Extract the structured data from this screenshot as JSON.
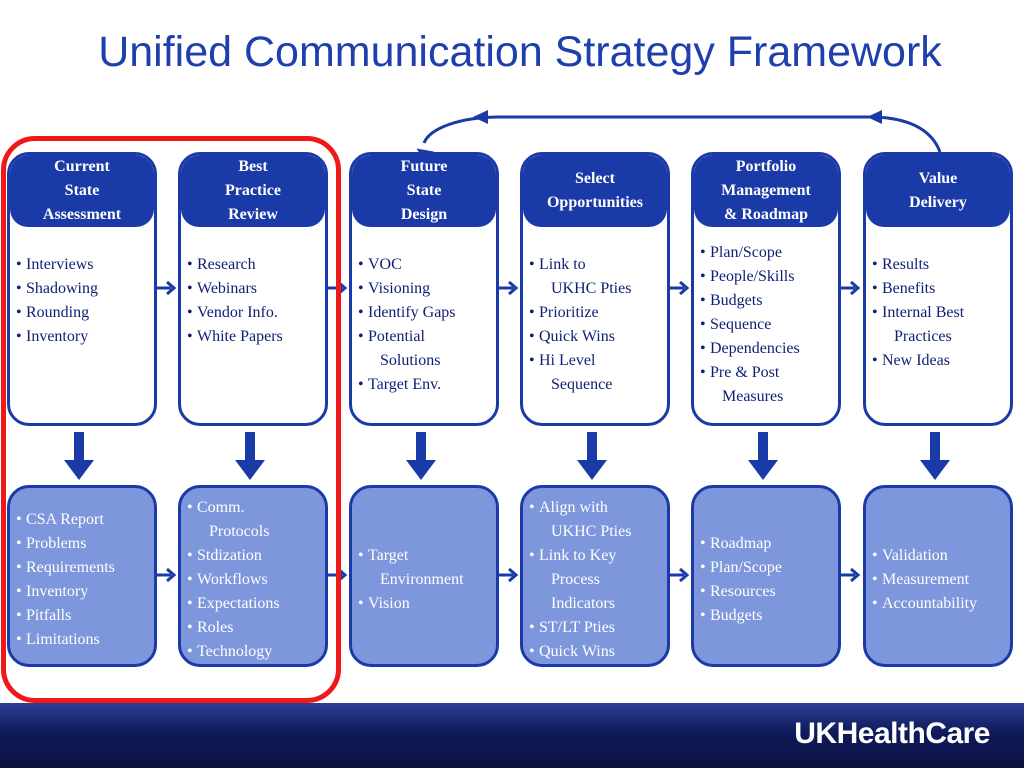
{
  "title": "Unified Communication Strategy Framework",
  "accent_color": "#1a3aa8",
  "highlight_color": "#f01818",
  "columns": [
    {
      "header": [
        "Current",
        "State",
        "Assessment"
      ],
      "activities": [
        [
          "Interviews"
        ],
        [
          "Shadowing"
        ],
        [
          "Rounding"
        ],
        [
          "Inventory"
        ]
      ],
      "outputs": [
        [
          "CSA Report"
        ],
        [
          "Problems"
        ],
        [
          "Requirements"
        ],
        [
          "Inventory"
        ],
        [
          "Pitfalls"
        ],
        [
          "Limitations"
        ]
      ]
    },
    {
      "header": [
        "Best",
        "Practice",
        "Review"
      ],
      "activities": [
        [
          "Research"
        ],
        [
          "Webinars"
        ],
        [
          "Vendor Info."
        ],
        [
          "White Papers"
        ]
      ],
      "outputs": [
        [
          "Comm.",
          "Protocols"
        ],
        [
          "Stdization"
        ],
        [
          "Workflows"
        ],
        [
          "Expectations"
        ],
        [
          "Roles"
        ],
        [
          "Technology"
        ]
      ]
    },
    {
      "header": [
        "Future",
        "State",
        "Design"
      ],
      "activities": [
        [
          "VOC"
        ],
        [
          "Visioning"
        ],
        [
          "Identify Gaps"
        ],
        [
          "Potential",
          "Solutions"
        ],
        [
          "Target Env."
        ]
      ],
      "outputs": [
        [
          "Target",
          "Environment"
        ],
        [
          "Vision"
        ]
      ]
    },
    {
      "header": [
        "Select",
        "Opportunities"
      ],
      "activities": [
        [
          "Link to",
          "UKHC Pties"
        ],
        [
          "Prioritize"
        ],
        [
          "Quick Wins"
        ],
        [
          "Hi Level",
          "Sequence"
        ]
      ],
      "outputs": [
        [
          "Align with",
          "UKHC Pties"
        ],
        [
          "Link to Key",
          "Process",
          "Indicators"
        ],
        [
          "ST/LT Pties"
        ],
        [
          "Quick Wins"
        ]
      ]
    },
    {
      "header": [
        "Portfolio",
        "Management",
        "& Roadmap"
      ],
      "activities": [
        [
          "Plan/Scope"
        ],
        [
          "People/Skills"
        ],
        [
          "Budgets"
        ],
        [
          "Sequence"
        ],
        [
          "Dependencies"
        ],
        [
          "Pre & Post",
          "Measures"
        ]
      ],
      "outputs": [
        [
          "Roadmap"
        ],
        [
          "Plan/Scope"
        ],
        [
          "Resources"
        ],
        [
          "Budgets"
        ]
      ]
    },
    {
      "header": [
        "Value",
        "Delivery"
      ],
      "activities": [
        [
          "Results"
        ],
        [
          "Benefits"
        ],
        [
          "Internal Best",
          "Practices"
        ],
        [
          "New Ideas"
        ]
      ],
      "outputs": [
        [
          "Validation"
        ],
        [
          "Measurement"
        ],
        [
          "Accountability"
        ]
      ]
    }
  ],
  "footer": {
    "logo_text": "UKHealthCare"
  }
}
